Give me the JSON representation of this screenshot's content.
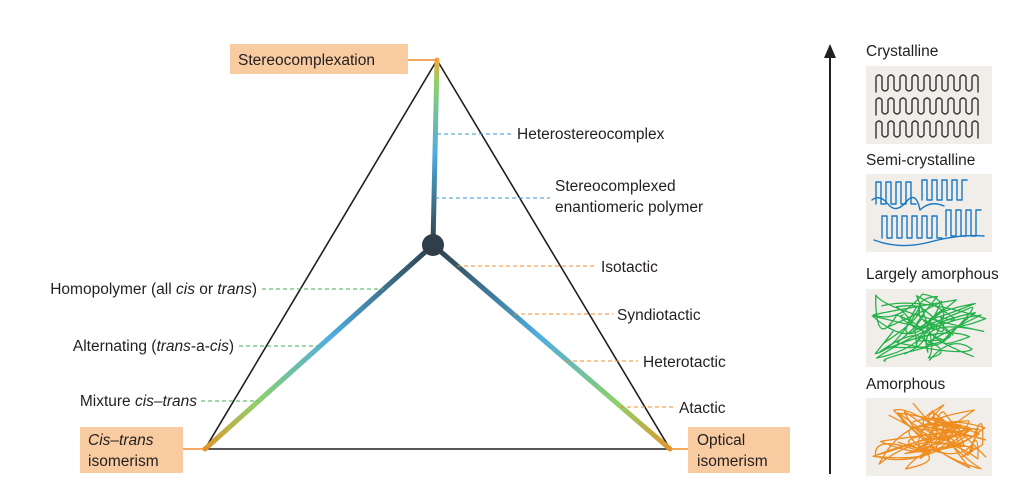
{
  "corners": {
    "top": "Stereocomplexation",
    "left_line1": "Cis–trans",
    "left_line2": "isomerism",
    "right_line1": "Optical",
    "right_line2": "isomerism"
  },
  "right_labels": {
    "heterostereocomplex": "Heterostereocomplex",
    "stereocomplexed_line1": "Stereocomplexed",
    "stereocomplexed_line2": "enantiomeric polymer",
    "isotactic": "Isotactic",
    "syndiotactic": "Syndiotactic",
    "heterotactic": "Heterotactic",
    "atactic": "Atactic"
  },
  "left_labels": {
    "homopolymer_a": "Homopolymer (all ",
    "homopolymer_b": "cis",
    "homopolymer_c": " or ",
    "homopolymer_d": "trans",
    "homopolymer_e": ")",
    "alternating_a": "Alternating (",
    "alternating_b": "trans",
    "alternating_c": "-a-",
    "alternating_d": "cis",
    "alternating_e": ")",
    "mixture_a": "Mixture ",
    "mixture_b": "cis–trans"
  },
  "crystallinity": {
    "crystalline": "Crystalline",
    "semi_crystalline": "Semi-crystalline",
    "largely_amorphous": "Largely amorphous",
    "amorphous": "Amorphous"
  },
  "colors": {
    "corner_box": "#f8cba0",
    "orange_leader": "#f28b2a",
    "blue_leader": "#3a96cf",
    "green_leader": "#3fae5a",
    "center_node": "#2f3e48",
    "crystalline_chain": "#333333",
    "semi_crystalline_chain": "#1a78c2",
    "largely_amorphous_chain": "#25b14a",
    "amorphous_chain": "#ef8c1e",
    "panel_bg": "#f1eeea"
  }
}
